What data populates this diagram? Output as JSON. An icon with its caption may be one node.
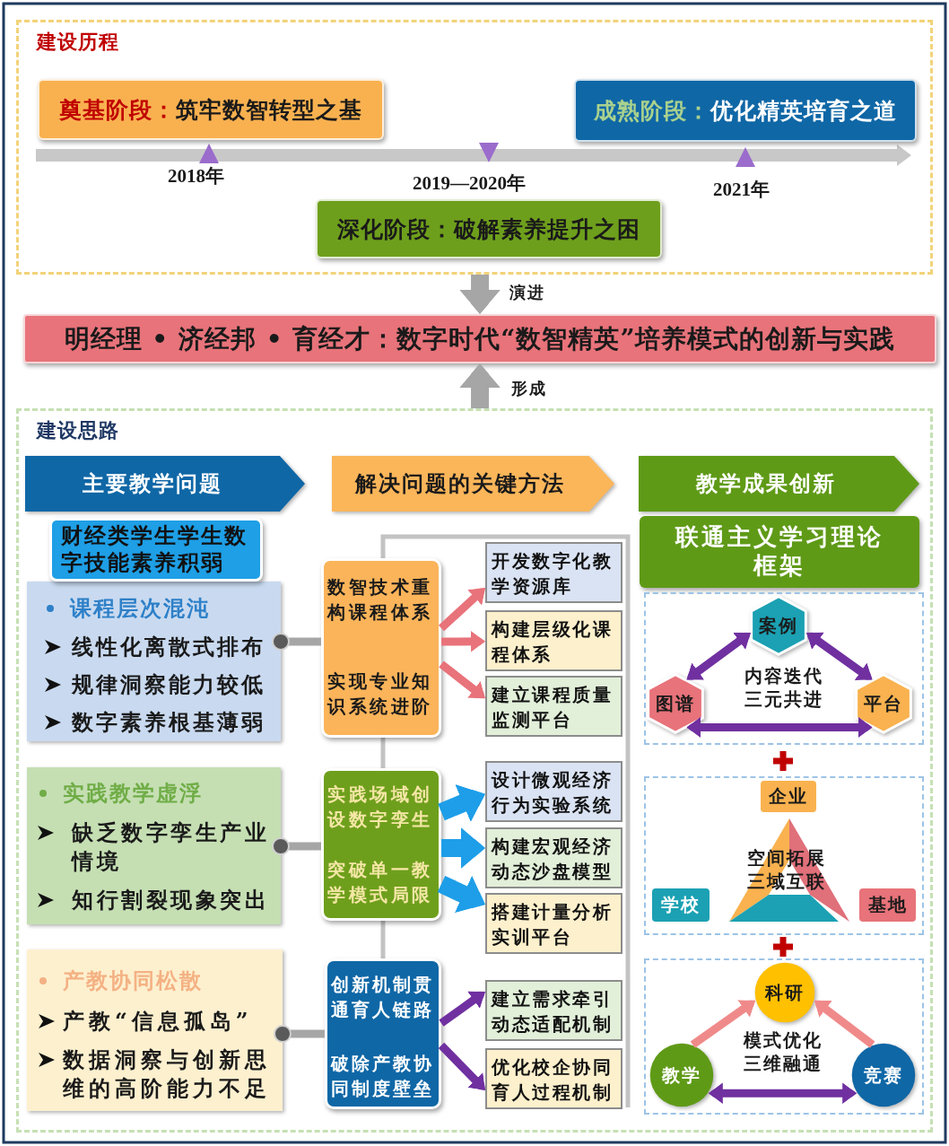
{
  "diagram": {
    "nodes": [
      {
        "text": [
          "建设历程"
        ]
      },
      {
        "text": [
          "奠基阶段：",
          "筑牢数智转型之基"
        ],
        "in": 0
      },
      {
        "text": [
          "成熟阶段：",
          "优化精英培育之道"
        ],
        "in": 0
      },
      {
        "text": [
          "深化阶段：",
          "破解素养提升之困"
        ],
        "in": 0
      },
      {
        "text": [
          "明经理 • 济经邦 • 育经才：数字时代“数智精英”培养模式的创新与实践"
        ]
      },
      {
        "text": [
          "建设思路"
        ]
      },
      {
        "text": [
          "主要教学问题"
        ],
        "in": 5
      },
      {
        "text": [
          "解决问题的关键方法"
        ],
        "in": 5
      },
      {
        "text": [
          "教学成果创新"
        ],
        "in": 5
      },
      {
        "text": [
          "财经类学生学生数字技能素养积弱"
        ],
        "in": 5
      },
      {
        "text": [
          "课程层次混沌",
          "线性化离散式排布",
          "规律洞察能力较低",
          "数字素养根基薄弱"
        ],
        "in": 5
      },
      {
        "text": [
          "实践教学虚浮",
          "缺乏数字孪生产业情境",
          "知行割裂现象突出"
        ],
        "in": 5
      },
      {
        "text": [
          "产教协同松散",
          "产教“信息孤岛”",
          "数据洞察与创新思维的高阶能力不足"
        ],
        "in": 5
      },
      {
        "text": [
          "数智技术重构课程体系",
          "实现专业知识系统进阶"
        ],
        "in": 5
      },
      {
        "text": [
          "开发数字化教学资源库"
        ],
        "in": 5
      },
      {
        "text": [
          "构建层级化课程体系"
        ],
        "in": 5
      },
      {
        "text": [
          "建立课程质量监测平台"
        ],
        "in": 5
      },
      {
        "text": [
          "实践场域创设数字孪生",
          "突破单一教学模式局限"
        ],
        "in": 5
      },
      {
        "text": [
          "设计微观经济行为实验系统"
        ],
        "in": 5
      },
      {
        "text": [
          "构建宏观经济动态沙盘模型"
        ],
        "in": 5
      },
      {
        "text": [
          "搭建计量分析实训平台"
        ],
        "in": 5
      },
      {
        "text": [
          "创新机制贯通育人链路",
          "破除产教协同制度壁垒"
        ],
        "in": 5
      },
      {
        "text": [
          "建立需求牵引动态适配机制"
        ],
        "in": 5
      },
      {
        "text": [
          "优化校企协同育人过程机制"
        ],
        "in": 5
      },
      {
        "text": [
          "联通主义学习理论框架"
        ],
        "in": 5
      },
      {
        "text": [
          "内容迭代三元共进"
        ],
        "in": 5
      },
      {
        "text": [
          "案例"
        ],
        "in": 25
      },
      {
        "text": [
          "图谱"
        ],
        "in": 25
      },
      {
        "text": [
          "平台"
        ],
        "in": 25
      },
      {
        "text": [
          "空间拓展三域互联"
        ],
        "in": 5
      },
      {
        "text": [
          "企业"
        ],
        "in": 29
      },
      {
        "text": [
          "学校"
        ],
        "in": 29
      },
      {
        "text": [
          "基地"
        ],
        "in": 29
      },
      {
        "text": [
          "模式优化三维融通"
        ],
        "in": 5
      },
      {
        "text": [
          "科研"
        ],
        "in": 33
      },
      {
        "text": [
          "教学"
        ],
        "in": 33
      },
      {
        "text": [
          "竞赛"
        ],
        "in": 33
      }
    ],
    "edges": [
      {
        "from": 0,
        "to": 4,
        "arrow": "to",
        "label": "演进",
        "style": "thick",
        "color": "#a6a6a6"
      },
      {
        "from": 5,
        "to": 4,
        "arrow": "to",
        "label": "形成",
        "style": "thick",
        "color": "#a6a6a6"
      },
      {
        "from": 10,
        "to": 13,
        "arrow": "other",
        "color": "#a6a6a6"
      },
      {
        "from": 13,
        "to": 14,
        "arrow": "to",
        "color": "#e8737a"
      },
      {
        "from": 13,
        "to": 15,
        "arrow": "to",
        "color": "#e8737a"
      },
      {
        "from": 13,
        "to": 16,
        "arrow": "to",
        "color": "#e8737a"
      },
      {
        "from": 11,
        "to": 17,
        "arrow": "other",
        "color": "#a6a6a6"
      },
      {
        "from": 17,
        "to": 18,
        "arrow": "to",
        "style": "thick",
        "color": "#1e9ee8"
      },
      {
        "from": 17,
        "to": 19,
        "arrow": "to",
        "style": "thick",
        "color": "#1e9ee8"
      },
      {
        "from": 17,
        "to": 20,
        "arrow": "to",
        "style": "thick",
        "color": "#1e9ee8"
      },
      {
        "from": 12,
        "to": 21,
        "arrow": "other",
        "color": "#a6a6a6"
      },
      {
        "from": 21,
        "to": 22,
        "arrow": "to"
      },
      {
        "from": 21,
        "to": 23,
        "arrow": "to"
      },
      {
        "from": 26,
        "to": 27,
        "arrow": "both"
      },
      {
        "from": 26,
        "to": 28,
        "arrow": "both"
      },
      {
        "from": 27,
        "to": 28,
        "arrow": "both"
      },
      {
        "from": 35,
        "to": 34,
        "arrow": "to",
        "color": "#f08a8a"
      },
      {
        "from": 36,
        "to": 34,
        "arrow": "to",
        "color": "#f08a8a"
      },
      {
        "from": 35,
        "to": 36,
        "arrow": "both"
      }
    ],
    "labels": [
      "2018年",
      "2019—2020年",
      "2021年"
    ]
  }
}
